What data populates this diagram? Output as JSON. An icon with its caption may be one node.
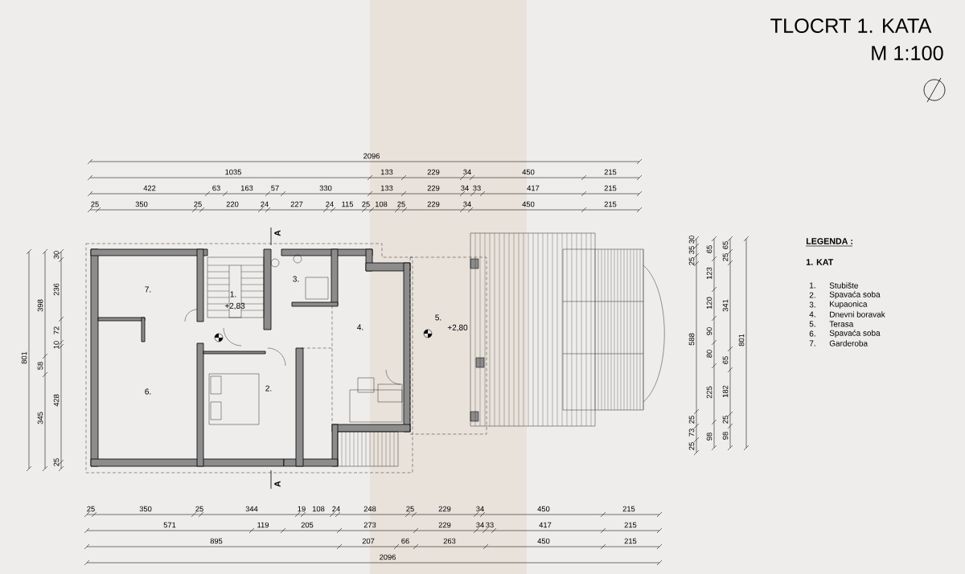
{
  "diagram": {
    "title": "TLOCRT 1. KATA",
    "labels": [
      "M 1:100",
      "2096",
      "1035",
      "133",
      "229",
      "34",
      "450",
      "215",
      "422",
      "63",
      "163",
      "57",
      "330",
      "133",
      "229",
      "34",
      "33",
      "417",
      "215",
      "25",
      "350",
      "25",
      "220",
      "24",
      "227",
      "24",
      "115",
      "25",
      "108",
      "25",
      "229",
      "34",
      "450",
      "215",
      "801",
      "398",
      "58",
      "345",
      "30",
      "236",
      "72",
      "10",
      "428",
      "25",
      "A",
      "7.",
      "3.",
      "1.",
      "+2,83",
      "4.",
      "5.",
      "+2,80",
      "2.",
      "6.",
      "A",
      "30",
      "35",
      "25",
      "588",
      "25",
      "73",
      "25",
      "65",
      "123",
      "120",
      "90",
      "80",
      "225",
      "98",
      "65",
      "25",
      "341",
      "65",
      "182",
      "25",
      "98",
      "801",
      "LEGENDA :",
      "1. KAT",
      "1.",
      "Stubište",
      "2.",
      "Spavaća soba",
      "3.",
      "Kupaonica",
      "4.",
      "Dnevni boravak",
      "5.",
      "Terasa",
      "6.",
      "Spavaća soba",
      "7.",
      "Garderoba",
      "25",
      "350",
      "25",
      "344",
      "19",
      "108",
      "24",
      "248",
      "25",
      "229",
      "34",
      "450",
      "215",
      "571",
      "119",
      "205",
      "273",
      "229",
      "34",
      "33",
      "417",
      "215",
      "895",
      "207",
      "66",
      "263",
      "450",
      "215",
      "2096"
    ]
  }
}
